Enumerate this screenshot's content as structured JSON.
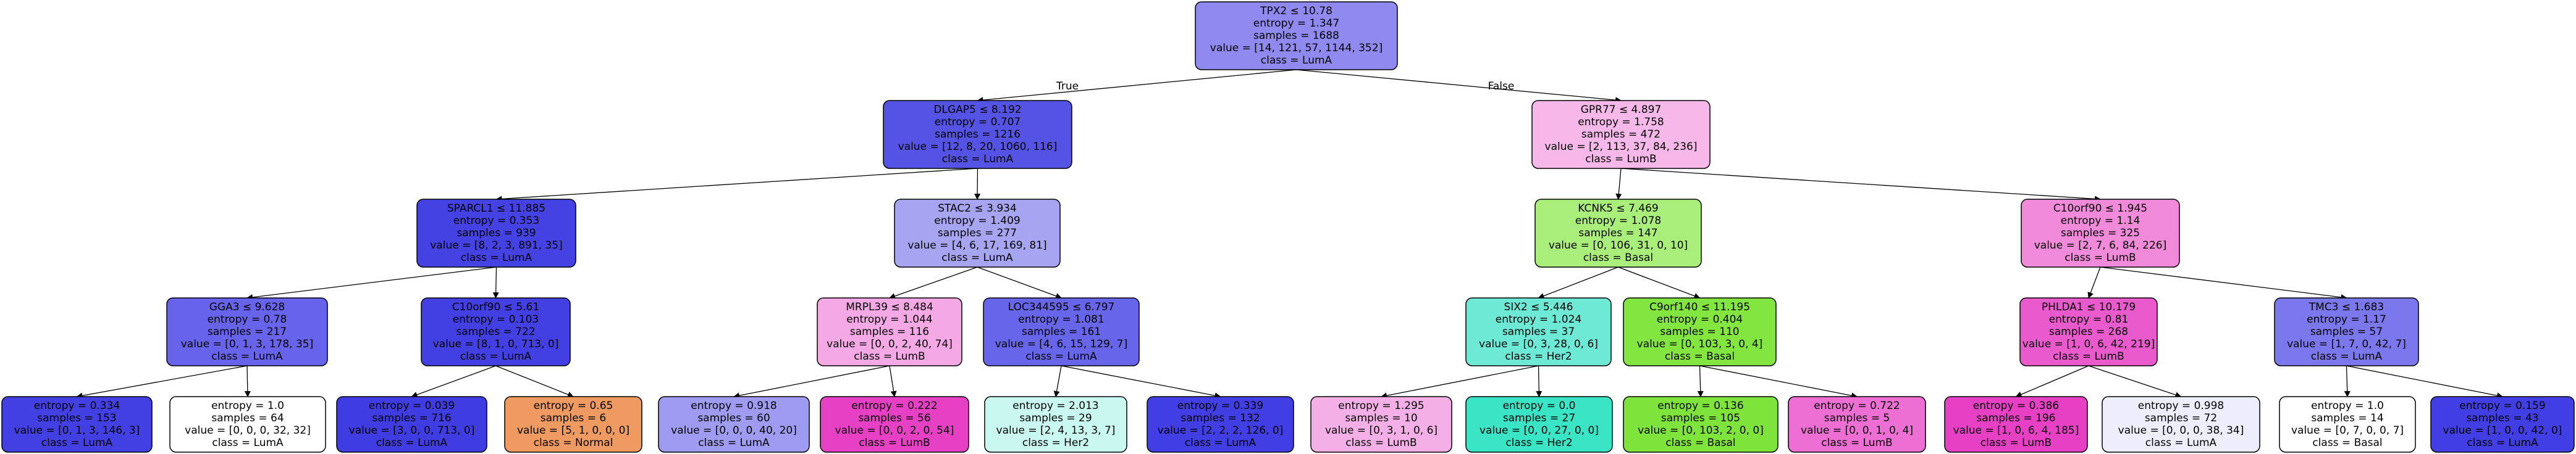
{
  "edge_labels": {
    "true": "True",
    "false": "False"
  },
  "nodes": [
    {
      "id": "n0",
      "fill": "#8f89f0",
      "lines": [
        "TPX2 ≤ 10.78",
        "entropy = 1.347",
        "samples = 1688",
        "value = [14, 121, 57, 1144, 352]",
        "class = LumA"
      ]
    },
    {
      "id": "n1",
      "fill": "#5453e4",
      "lines": [
        "DLGAP5 ≤ 8.192",
        "entropy = 0.707",
        "samples = 1216",
        "value = [12, 8, 20, 1060, 116]",
        "class = LumA"
      ]
    },
    {
      "id": "n2",
      "fill": "#f5b8e9",
      "lines": [
        "GPR77 ≤ 4.897",
        "entropy = 1.758",
        "samples = 472",
        "value = [2, 113, 37, 84, 236]",
        "class = LumB"
      ]
    },
    {
      "id": "n3",
      "fill": "#4542e3",
      "lines": [
        "SPARCL1 ≤ 11.885",
        "entropy = 0.353",
        "samples = 939",
        "value = [8, 2, 3, 891, 35]",
        "class = LumA"
      ]
    },
    {
      "id": "n4",
      "fill": "#a7a5f2",
      "lines": [
        "STAC2 ≤ 3.934",
        "entropy = 1.409",
        "samples = 277",
        "value = [4, 6, 17, 169, 81]",
        "class = LumA"
      ]
    },
    {
      "id": "n5",
      "fill": "#a9ee7a",
      "lines": [
        "KCNK5 ≤ 7.469",
        "entropy = 1.078",
        "samples = 147",
        "value = [0, 106, 31, 0, 10]",
        "class = Basal"
      ]
    },
    {
      "id": "n6",
      "fill": "#f08ad9",
      "lines": [
        "C10orf90 ≤ 1.945",
        "entropy = 1.14",
        "samples = 325",
        "value = [2, 7, 6, 84, 226]",
        "class = LumB"
      ]
    },
    {
      "id": "n7",
      "fill": "#6763ea",
      "lines": [
        "GGA3 ≤ 9.628",
        "entropy = 0.78",
        "samples = 217",
        "value = [0, 1, 3, 178, 35]",
        "class = LumA"
      ]
    },
    {
      "id": "n8",
      "fill": "#423fe3",
      "lines": [
        "C10orf90 ≤ 5.61",
        "entropy = 0.103",
        "samples = 722",
        "value = [8, 1, 0, 713, 0]",
        "class = LumA"
      ]
    },
    {
      "id": "n9",
      "fill": "#f4a8e4",
      "lines": [
        "MRPL39 ≤ 8.484",
        "entropy = 1.044",
        "samples = 116",
        "value = [0, 0, 2, 40, 74]",
        "class = LumB"
      ]
    },
    {
      "id": "n10",
      "fill": "#6765e9",
      "lines": [
        "LOC344595 ≤ 6.797",
        "entropy = 1.081",
        "samples = 161",
        "value = [4, 6, 15, 129, 7]",
        "class = LumA"
      ]
    },
    {
      "id": "n11",
      "fill": "#6de9d6",
      "lines": [
        "SIX2 ≤ 5.446",
        "entropy = 1.024",
        "samples = 37",
        "value = [0, 3, 28, 0, 6]",
        "class = Her2"
      ]
    },
    {
      "id": "n12",
      "fill": "#82e540",
      "lines": [
        "C9orf140 ≤ 11.195",
        "entropy = 0.404",
        "samples = 110",
        "value = [0, 103, 3, 0, 4]",
        "class = Basal"
      ]
    },
    {
      "id": "n13",
      "fill": "#e95bcc",
      "lines": [
        "PHLDA1 ≤ 10.179",
        "entropy = 0.81",
        "samples = 268",
        "value = [1, 0, 6, 42, 219]",
        "class = LumB"
      ]
    },
    {
      "id": "n14",
      "fill": "#7b77ec",
      "lines": [
        "TMC3 ≤ 1.683",
        "entropy = 1.17",
        "samples = 57",
        "value = [1, 7, 0, 42, 7]",
        "class = LumA"
      ]
    },
    {
      "id": "n15",
      "fill": "#4340e3",
      "lines": [
        "entropy = 0.334",
        "samples = 153",
        "value = [0, 1, 3, 146, 3]",
        "class = LumA"
      ]
    },
    {
      "id": "n16",
      "fill": "#ffffff",
      "lines": [
        "entropy = 1.0",
        "samples = 64",
        "value = [0, 0, 0, 32, 32]",
        "class = LumA"
      ]
    },
    {
      "id": "n17",
      "fill": "#3f3ce2",
      "lines": [
        "entropy = 0.039",
        "samples = 716",
        "value = [3, 0, 0, 713, 0]",
        "class = LumA"
      ]
    },
    {
      "id": "n18",
      "fill": "#ee9a61",
      "lines": [
        "entropy = 0.65",
        "samples = 6",
        "value = [5, 1, 0, 0, 0]",
        "class = Normal"
      ]
    },
    {
      "id": "n19",
      "fill": "#9e9bf1",
      "lines": [
        "entropy = 0.918",
        "samples = 60",
        "value = [0, 0, 0, 40, 20]",
        "class = LumA"
      ]
    },
    {
      "id": "n20",
      "fill": "#e641c4",
      "lines": [
        "entropy = 0.222",
        "samples = 56",
        "value = [0, 0, 2, 0, 54]",
        "class = LumB"
      ]
    },
    {
      "id": "n21",
      "fill": "#c8f8f0",
      "lines": [
        "entropy = 2.013",
        "samples = 29",
        "value = [2, 4, 13, 3, 7]",
        "class = Her2"
      ]
    },
    {
      "id": "n22",
      "fill": "#413ee3",
      "lines": [
        "entropy = 0.339",
        "samples = 132",
        "value = [2, 2, 2, 126, 0]",
        "class = LumA"
      ]
    },
    {
      "id": "n23",
      "fill": "#f4b0e6",
      "lines": [
        "entropy = 1.295",
        "samples = 10",
        "value = [0, 3, 1, 0, 6]",
        "class = LumB"
      ]
    },
    {
      "id": "n24",
      "fill": "#39e5c5",
      "lines": [
        "entropy = 0.0",
        "samples = 27",
        "value = [0, 0, 27, 0, 0]",
        "class = Her2"
      ]
    },
    {
      "id": "n25",
      "fill": "#7ee43c",
      "lines": [
        "entropy = 0.136",
        "samples = 105",
        "value = [0, 103, 2, 0, 0]",
        "class = Basal"
      ]
    },
    {
      "id": "n26",
      "fill": "#ee6fd4",
      "lines": [
        "entropy = 0.722",
        "samples = 5",
        "value = [0, 0, 1, 0, 4]",
        "class = LumB"
      ]
    },
    {
      "id": "n27",
      "fill": "#e640c4",
      "lines": [
        "entropy = 0.386",
        "samples = 196",
        "value = [1, 0, 6, 4, 185]",
        "class = LumB"
      ]
    },
    {
      "id": "n28",
      "fill": "#ededfc",
      "lines": [
        "entropy = 0.998",
        "samples = 72",
        "value = [0, 0, 0, 38, 34]",
        "class = LumA"
      ]
    },
    {
      "id": "n29",
      "fill": "#ffffff",
      "lines": [
        "entropy = 1.0",
        "samples = 14",
        "value = [0, 7, 0, 0, 7]",
        "class = Basal"
      ]
    },
    {
      "id": "n30",
      "fill": "#413ee3",
      "lines": [
        "entropy = 0.159",
        "samples = 43",
        "value = [1, 0, 0, 42, 0]",
        "class = LumA"
      ]
    }
  ],
  "edges": [
    {
      "from": "n0",
      "to": "n1",
      "label": "true"
    },
    {
      "from": "n0",
      "to": "n2",
      "label": "false"
    },
    {
      "from": "n1",
      "to": "n3"
    },
    {
      "from": "n1",
      "to": "n4"
    },
    {
      "from": "n2",
      "to": "n5"
    },
    {
      "from": "n2",
      "to": "n6"
    },
    {
      "from": "n3",
      "to": "n7"
    },
    {
      "from": "n3",
      "to": "n8"
    },
    {
      "from": "n4",
      "to": "n9"
    },
    {
      "from": "n4",
      "to": "n10"
    },
    {
      "from": "n5",
      "to": "n11"
    },
    {
      "from": "n5",
      "to": "n12"
    },
    {
      "from": "n6",
      "to": "n13"
    },
    {
      "from": "n6",
      "to": "n14"
    },
    {
      "from": "n7",
      "to": "n15"
    },
    {
      "from": "n7",
      "to": "n16"
    },
    {
      "from": "n8",
      "to": "n17"
    },
    {
      "from": "n8",
      "to": "n18"
    },
    {
      "from": "n9",
      "to": "n19"
    },
    {
      "from": "n9",
      "to": "n20"
    },
    {
      "from": "n10",
      "to": "n21"
    },
    {
      "from": "n10",
      "to": "n22"
    },
    {
      "from": "n11",
      "to": "n23"
    },
    {
      "from": "n11",
      "to": "n24"
    },
    {
      "from": "n12",
      "to": "n25"
    },
    {
      "from": "n12",
      "to": "n26"
    },
    {
      "from": "n13",
      "to": "n27"
    },
    {
      "from": "n13",
      "to": "n28"
    },
    {
      "from": "n14",
      "to": "n29"
    },
    {
      "from": "n14",
      "to": "n30"
    }
  ]
}
